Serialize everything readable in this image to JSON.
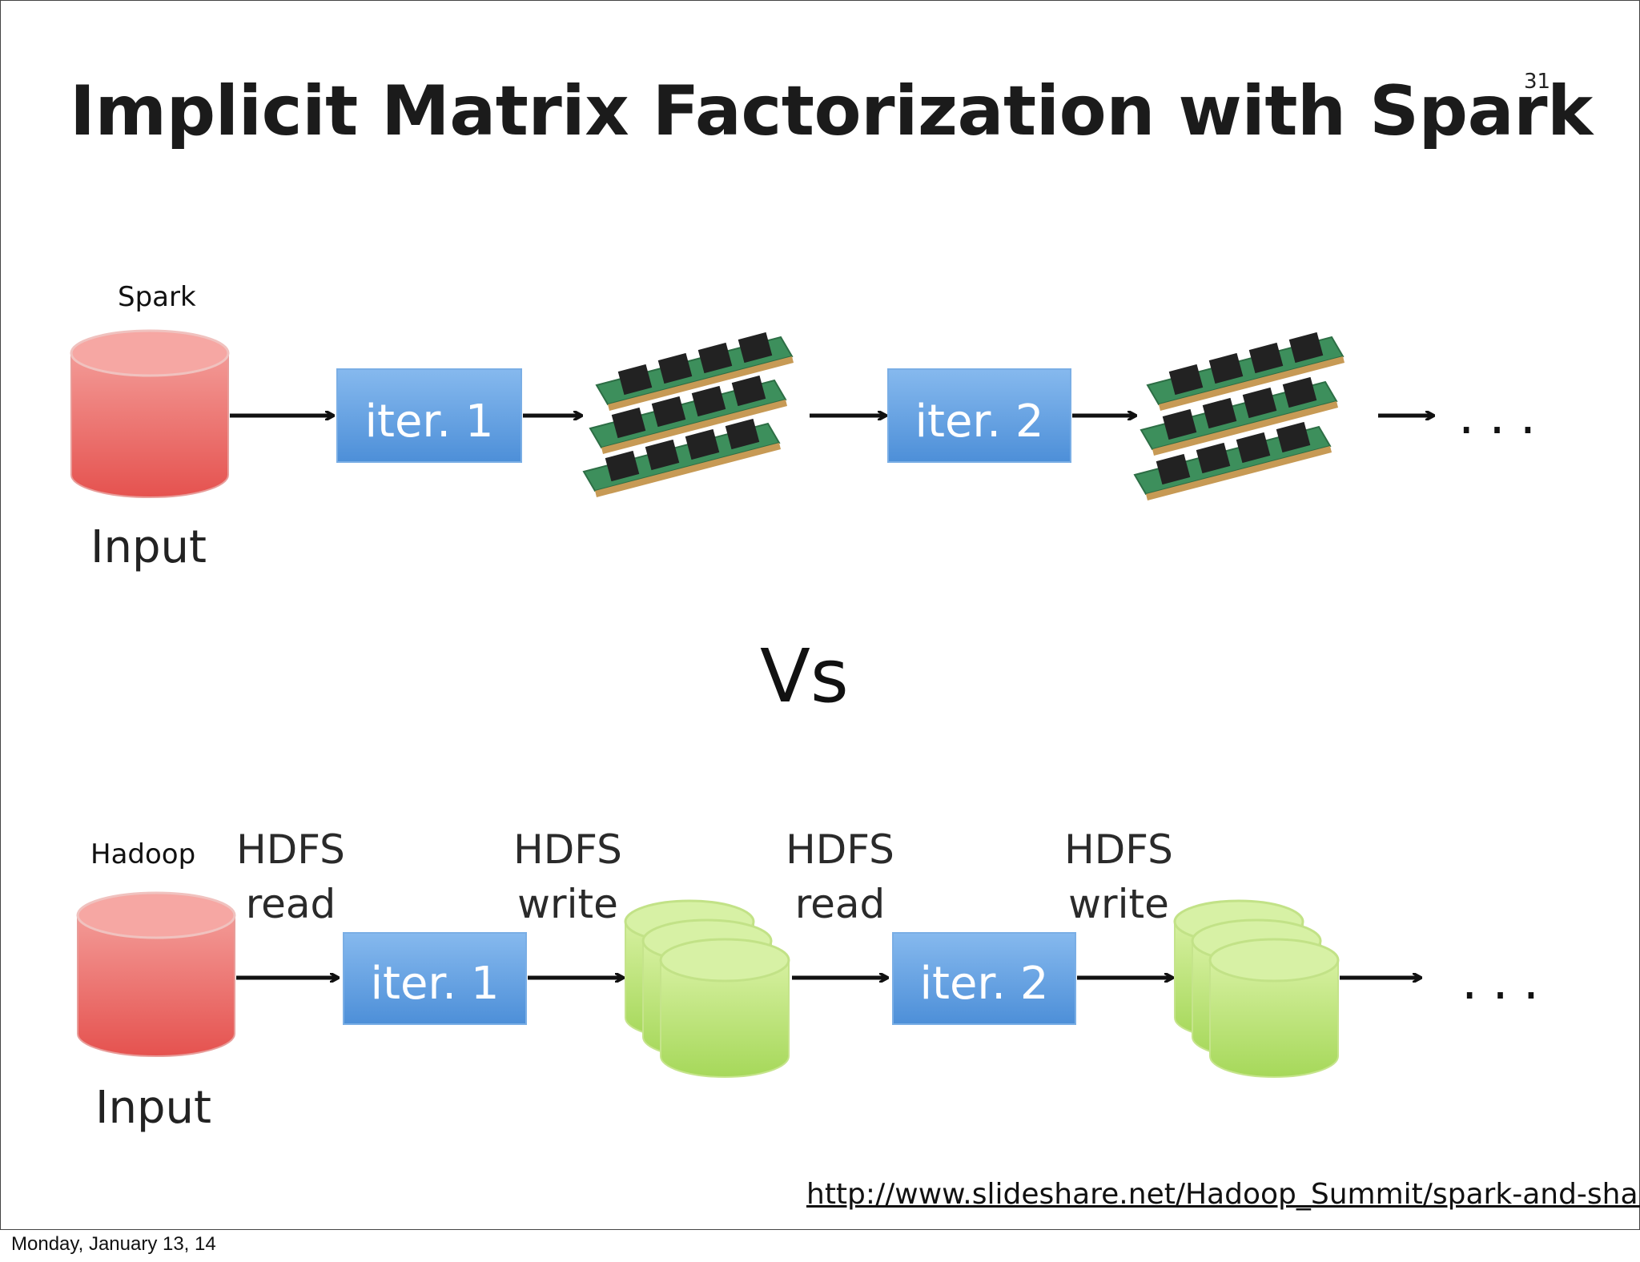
{
  "slide": {
    "title": "Implicit Matrix Factorization with Spark",
    "page_number": "31",
    "vs_label": "Vs",
    "source_link": "http://www.slideshare.net/Hadoop_Summit/spark-and-shark",
    "footer_date": "Monday, January 13, 14"
  },
  "spark": {
    "label": "Spark",
    "input_label": "Input",
    "iter1_label": "iter. 1",
    "iter2_label": "iter. 2",
    "ellipsis": "..."
  },
  "hadoop": {
    "label": "Hadoop",
    "input_label": "Input",
    "iter1_label": "iter. 1",
    "iter2_label": "iter. 2",
    "ellipsis": "...",
    "hdfs_steps": [
      {
        "line1": "HDFS",
        "line2": "read"
      },
      {
        "line1": "HDFS",
        "line2": "write"
      },
      {
        "line1": "HDFS",
        "line2": "read"
      },
      {
        "line1": "HDFS",
        "line2": "write"
      }
    ]
  },
  "colors": {
    "input_cylinder": "#ef6f6c",
    "iter_box": "#6aa6e6",
    "hdfs_cylinder": "#bde373",
    "memory_stick": "#3d8f5c"
  }
}
